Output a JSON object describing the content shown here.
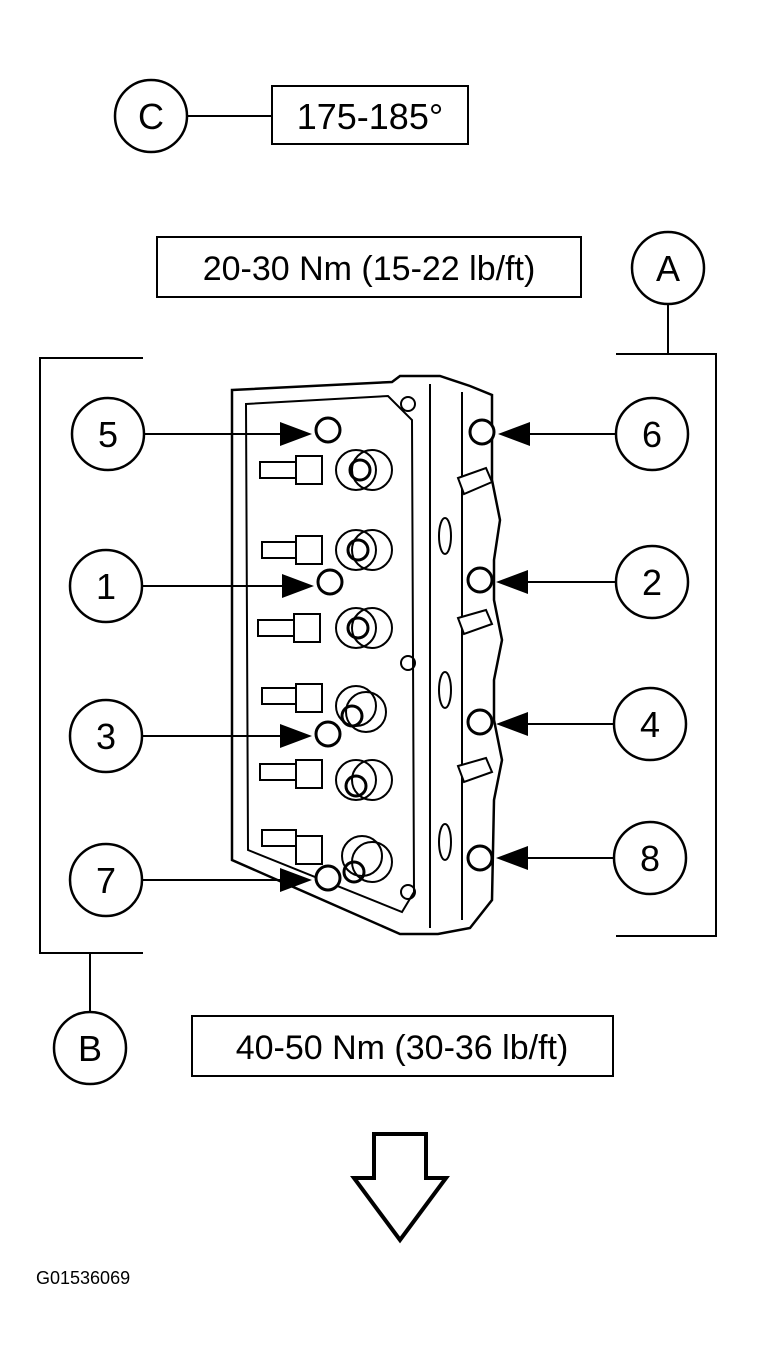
{
  "angle_callout": {
    "letter": "C",
    "value": "175-185°"
  },
  "torque_small": {
    "letter": "A",
    "value": "20-30 Nm (15-22 lb/ft)"
  },
  "torque_large": {
    "letter": "B",
    "value": "40-50 Nm (30-36 lb/ft)"
  },
  "bolts": {
    "left": [
      "5",
      "1",
      "3",
      "7"
    ],
    "right": [
      "6",
      "2",
      "4",
      "8"
    ]
  },
  "figure_id": "G01536069",
  "colors": {
    "ink": "#000000",
    "paper": "#ffffff"
  }
}
